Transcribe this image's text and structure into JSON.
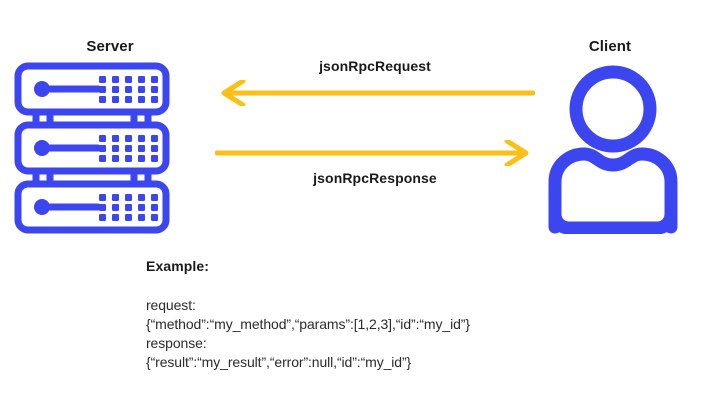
{
  "diagram": {
    "title_server": "Server",
    "title_client": "Client",
    "colors": {
      "node_blue": "#3B46F1",
      "arrow_yellow": "#FBBF15",
      "text_dark": "#1a1a1a",
      "background": "#ffffff"
    },
    "nodes": [
      {
        "id": "server",
        "label": "Server",
        "icon": "server-rack-icon"
      },
      {
        "id": "client",
        "label": "Client",
        "icon": "user-person-icon"
      }
    ],
    "arrows": [
      {
        "id": "request",
        "label": "jsonRpcRequest",
        "direction": "left",
        "from": "client",
        "to": "server"
      },
      {
        "id": "response",
        "label": "jsonRpcResponse",
        "direction": "right",
        "from": "server",
        "to": "client"
      }
    ]
  },
  "example": {
    "heading": "Example:",
    "lines": [
      "request:",
      "{“method”:“my_method”,“params”:[1,2,3],“id”:“my_id”}",
      "response:",
      "{“result”:“my_result”,“error”:null,“id”:“my_id”}"
    ]
  }
}
